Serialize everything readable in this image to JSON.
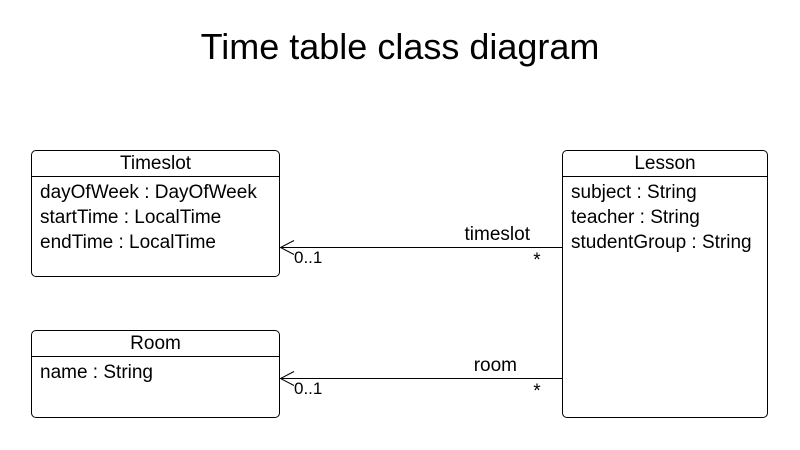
{
  "title": "Time table class diagram",
  "classes": {
    "timeslot": {
      "name": "Timeslot",
      "attributes": [
        "dayOfWeek : DayOfWeek",
        "startTime : LocalTime",
        "endTime : LocalTime"
      ]
    },
    "room": {
      "name": "Room",
      "attributes": [
        "name : String"
      ]
    },
    "lesson": {
      "name": "Lesson",
      "attributes": [
        "subject : String",
        "teacher : String",
        "studentGroup : String"
      ]
    }
  },
  "associations": {
    "timeslot": {
      "label": "timeslot",
      "from_class": "Lesson",
      "to_class": "Timeslot",
      "from_multiplicity": "*",
      "to_multiplicity": "0..1",
      "arrow": "open-arrow-at-target"
    },
    "room": {
      "label": "room",
      "from_class": "Lesson",
      "to_class": "Room",
      "from_multiplicity": "*",
      "to_multiplicity": "0..1",
      "arrow": "open-arrow-at-target"
    }
  },
  "colors": {
    "background": "#ffffff",
    "box_fill": "#ffffff",
    "stroke": "#000000",
    "text": "#000000"
  }
}
